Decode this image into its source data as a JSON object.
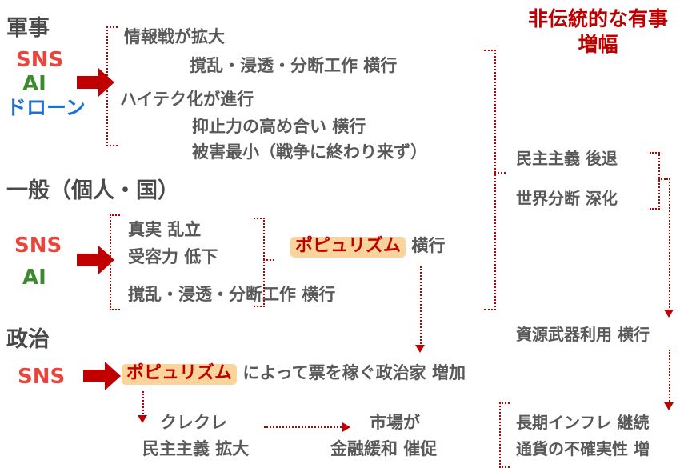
{
  "headline": {
    "line1": "非伝統的な有事",
    "line2": "増幅",
    "color": "#C00000"
  },
  "sections": [
    {
      "id": "military",
      "title": "軍事",
      "sources": [
        {
          "label": "SNS",
          "color": "#E8453C"
        },
        {
          "label": "AI",
          "color": "#3C8A2E"
        },
        {
          "label": "ドローン",
          "color": "#1F6FD6"
        }
      ],
      "effects": [
        "情報戦が拡大",
        "撹乱・浸透・分断工作 横行",
        "ハイテク化が進行",
        "抑止力の高め合い 横行",
        "被害最小（戦争に終わり来ず）"
      ]
    },
    {
      "id": "general",
      "title": "一般（個人・国）",
      "sources": [
        {
          "label": "SNS",
          "color": "#E8453C"
        },
        {
          "label": "AI",
          "color": "#3C8A2E"
        }
      ],
      "effects": [
        "真実 乱立",
        "受容力 低下",
        "撹乱・浸透・分断工作 横行"
      ]
    },
    {
      "id": "politics",
      "title": "政治",
      "sources": [
        {
          "label": "SNS",
          "color": "#E8453C"
        }
      ],
      "effects": []
    }
  ],
  "populism": {
    "chip": "ポピュリズム",
    "suffix": "横行",
    "chip_bg": "#FBD49B",
    "chip_color": "#C00000"
  },
  "politics_line": {
    "chip": "ポピュリズム",
    "suffix": "によって票を稼ぐ政治家 増加"
  },
  "bottom": {
    "left_line1": "クレクレ",
    "left_line2": "民主主義 拡大",
    "right_line1": "市場が",
    "right_line2": "金融緩和 催促"
  },
  "consequences": {
    "democracy": [
      "民主主義 後退",
      "世界分断 深化"
    ],
    "resource": "資源武器利用 横行",
    "inflation": [
      "長期インフレ 継続",
      "通貨の不確実性 増"
    ]
  },
  "icons": {
    "block_arrow": "block-arrow-right-icon",
    "flow_arrow": "dotted-arrow-icon",
    "bracket": "dotted-bracket-icon"
  }
}
